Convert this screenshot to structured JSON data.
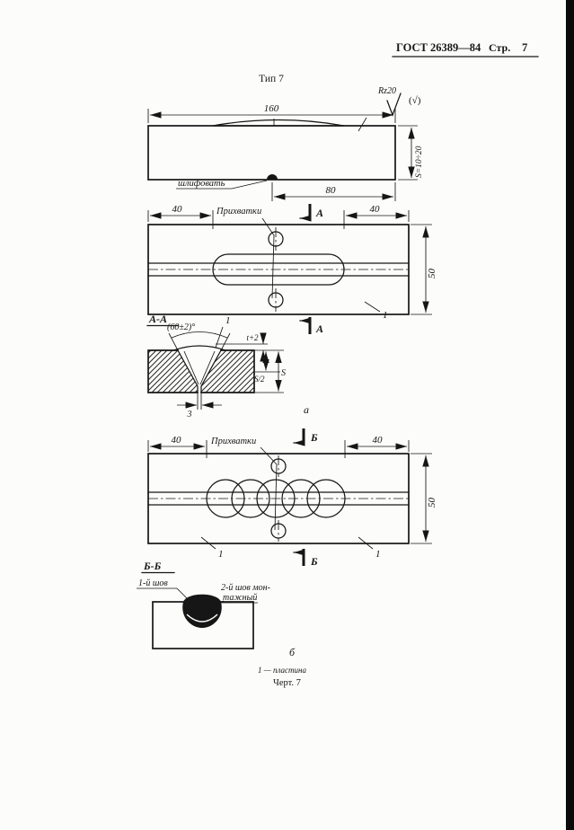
{
  "header": {
    "gost": "ГОСТ 26389—84",
    "page_word": "Стр.",
    "page_num": "7"
  },
  "title": "Тип 7",
  "fig1": {
    "dim_length": "160",
    "roughness": "Rz20",
    "roughness_all": "(√)",
    "grind": "шлифовать",
    "dim_half": "80",
    "dim_thickness": "S=10÷20"
  },
  "fig2": {
    "dim_left": "40",
    "dim_right": "40",
    "tacks": "Прихватки",
    "section": "А",
    "dim_width": "50",
    "part": "1"
  },
  "fig3": {
    "title": "А-А",
    "angle": "(60±2)°",
    "part": "1",
    "dim_t": "t+2",
    "dim_s2": "S/2",
    "dim_s": "S",
    "dim_gap": "3",
    "sub": "а"
  },
  "fig4": {
    "dim_left": "40",
    "dim_right": "40",
    "tacks": "Прихватки",
    "section": "Б",
    "dim_width": "50",
    "part_left": "1",
    "part_right": "1"
  },
  "fig5": {
    "title": "Б-Б",
    "seam1": "1-й шов",
    "seam2_line1": "2-й шов мон-",
    "seam2_line2": "тажный",
    "sub": "б"
  },
  "footer": {
    "legend": "1 — пластина",
    "caption": "Черт. 7"
  }
}
